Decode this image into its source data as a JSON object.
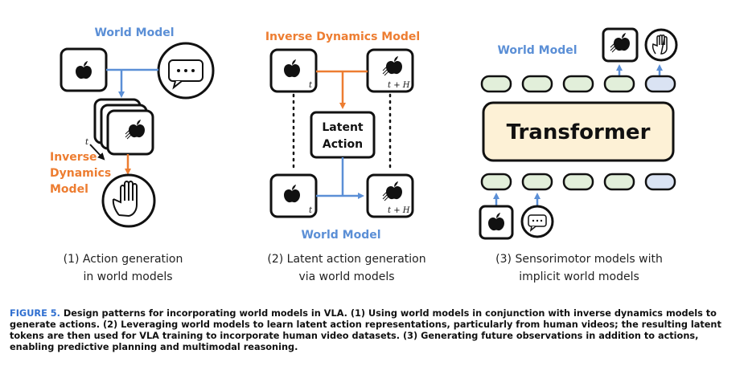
{
  "panel1": {
    "world_model": "World Model",
    "idm_line1": "Inverse",
    "idm_line2": "Dynamics",
    "idm_line3": "Model",
    "t_label": "t",
    "caption_line1": "(1) Action generation",
    "caption_line2": "in world models"
  },
  "panel2": {
    "idm": "Inverse Dynamics Model",
    "latent_line1": "Latent",
    "latent_line2": "Action",
    "world_model": "World Model",
    "t_label": "t",
    "tH_label": "t + H",
    "caption_line1": "(2) Latent action generation",
    "caption_line2": "via world models"
  },
  "panel3": {
    "world_model": "World Model",
    "transformer": "Transformer",
    "caption_line1": "(3) Sensorimotor models with",
    "caption_line2": "implicit world models"
  },
  "figure_caption": {
    "label": "FIGURE 5.",
    "text": "Design patterns for incorporating world models in VLA. (1) Using world models in conjunction with inverse dynamics models to generate actions. (2) Leveraging world models to learn latent action representations, particularly from human videos; the resulting latent tokens are then used for VLA training to incorporate human video datasets. (3) Generating future observations in addition to actions, enabling predictive planning and multimodal reasoning."
  },
  "colors": {
    "blue": "#5b8fd6",
    "orange": "#ed7d31",
    "token_green": "#e2efda",
    "token_blue": "#dae3f3",
    "transformer_fill": "#fdf1d6"
  },
  "icons": [
    "apple-icon",
    "chat-bubble-icon",
    "hand-icon",
    "moving-apple-icon"
  ]
}
